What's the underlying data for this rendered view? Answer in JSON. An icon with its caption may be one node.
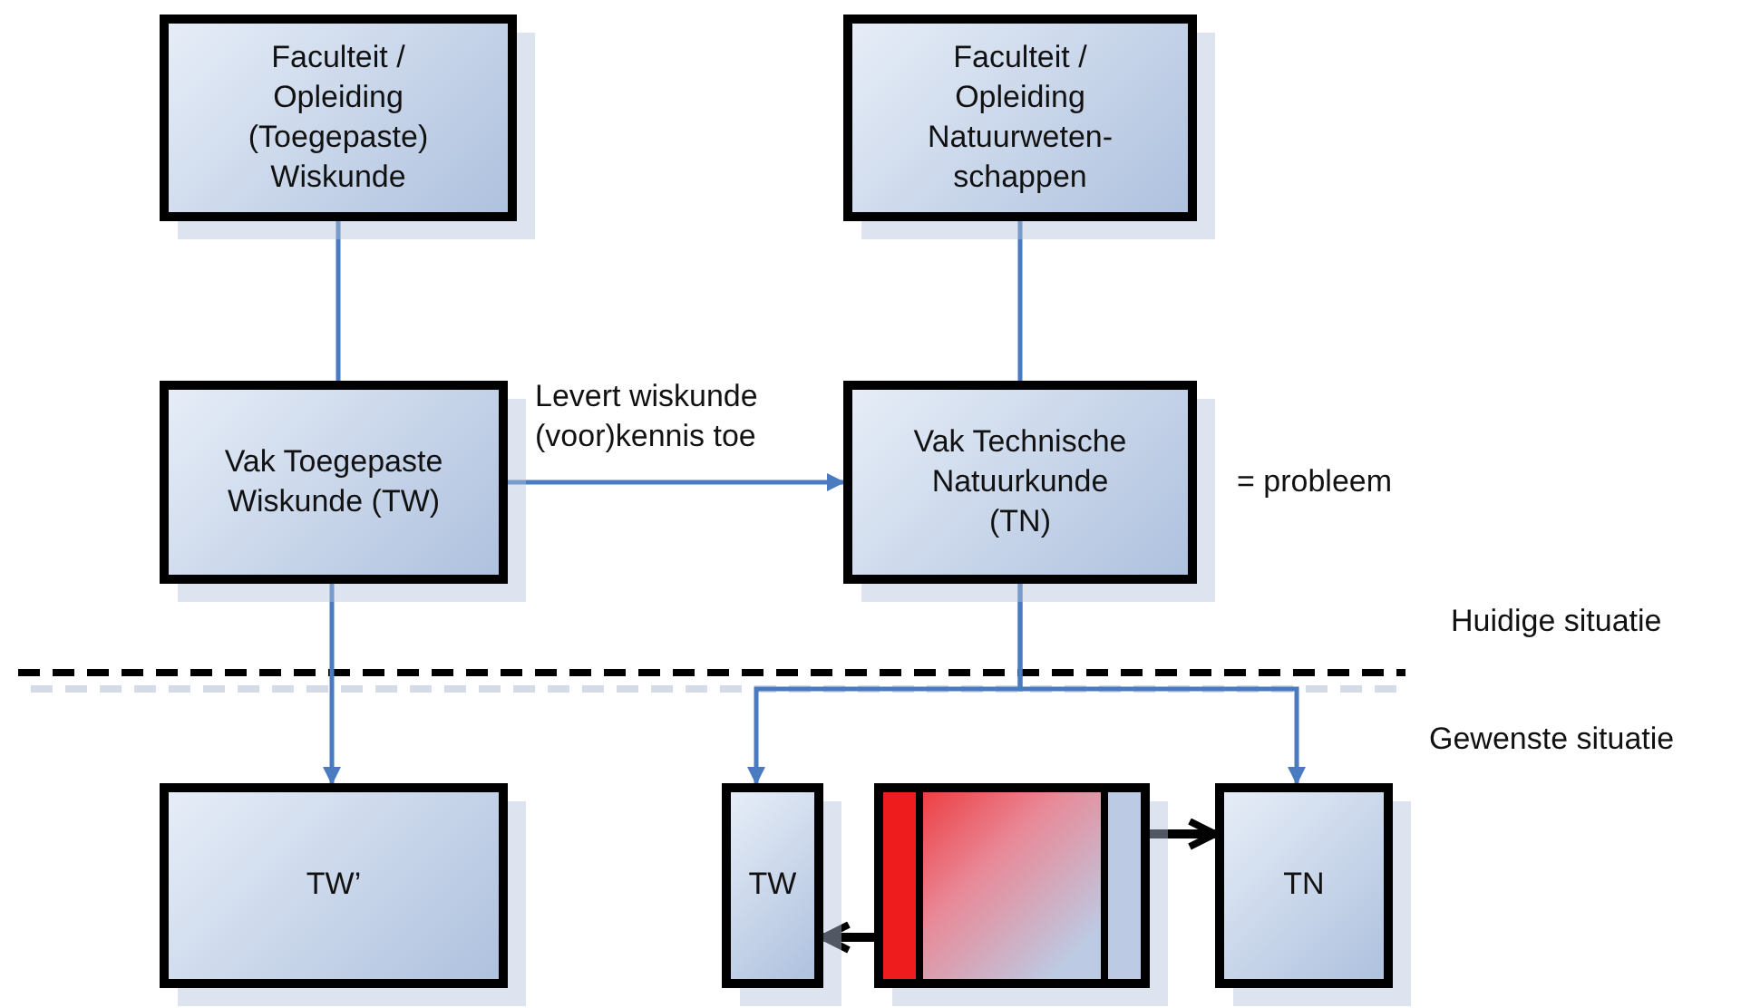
{
  "diagram": {
    "nodes": [
      {
        "text": [
          "Faculteit / Opleiding (Toegepaste) Wiskunde"
        ]
      },
      {
        "text": [
          "Faculteit / Opleiding Natuurweten-schappen"
        ]
      },
      {
        "text": [
          "Vak Toegepaste Wiskunde (TW)"
        ]
      },
      {
        "text": [
          "Vak Technische Natuurkunde (TN)"
        ]
      },
      {
        "text": [
          "TW’"
        ]
      },
      {
        "text": [
          "TW"
        ]
      },
      {
        "text": [],
        "shape": "box"
      },
      {
        "text": [
          "TN"
        ]
      }
    ],
    "edges": [
      {
        "from": 0,
        "to": 2,
        "arrow": "none"
      },
      {
        "from": 1,
        "to": 3,
        "arrow": "none"
      },
      {
        "from": 2,
        "to": 3,
        "arrow": "to",
        "label": "Levert wiskunde (voor)kennis toe"
      },
      {
        "from": 2,
        "to": 4,
        "arrow": "to"
      },
      {
        "from": 3,
        "to": 5,
        "arrow": "to"
      },
      {
        "from": 3,
        "to": 7,
        "arrow": "to"
      },
      {
        "from": 6,
        "to": 7,
        "arrow": "to",
        "style": "thick",
        "color": "#000000"
      },
      {
        "from": 6,
        "to": 5,
        "arrow": "to",
        "style": "thick",
        "color": "#000000"
      }
    ],
    "labels": [
      "= probleem",
      "Huidige situatie",
      "Gewenste situatie"
    ]
  }
}
